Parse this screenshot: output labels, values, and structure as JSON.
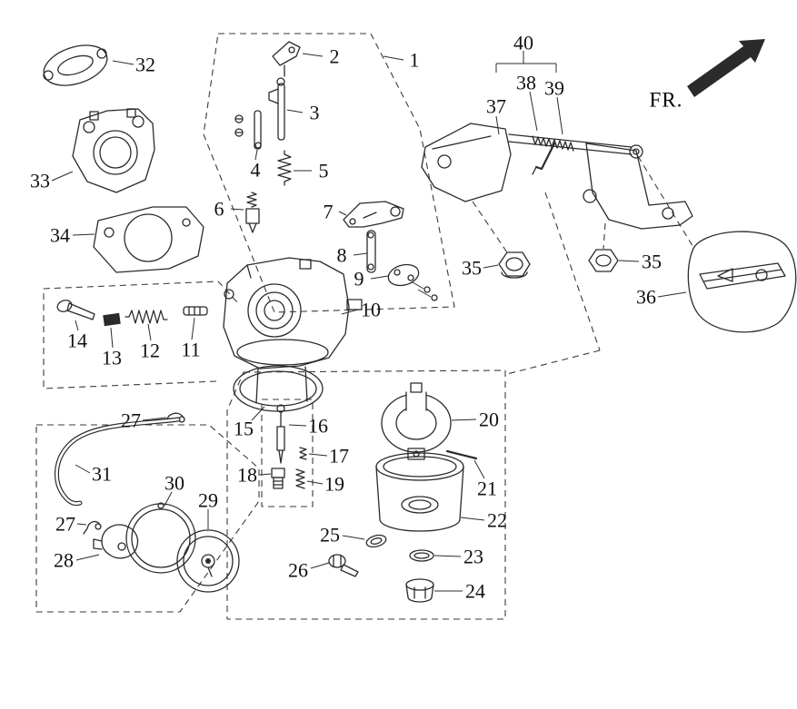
{
  "meta": {
    "line_color": "#2b2b2b",
    "arrow_color": "#000000",
    "background": "#ffffff"
  },
  "diagram": {
    "fr": "FR.",
    "labels": {
      "p1": "1",
      "p2": "2",
      "p3": "3",
      "p4": "4",
      "p5": "5",
      "p6": "6",
      "p7": "7",
      "p8": "8",
      "p9": "9",
      "p10": "10",
      "p11": "11",
      "p12": "12",
      "p13": "13",
      "p14": "14",
      "p15": "15",
      "p16": "16",
      "p17": "17",
      "p18": "18",
      "p19": "19",
      "p20": "20",
      "p21": "21",
      "p22": "22",
      "p23": "23",
      "p24": "24",
      "p25": "25",
      "p26": "26",
      "p27a": "27",
      "p27b": "27",
      "p28": "28",
      "p29": "29",
      "p30": "30",
      "p31": "31",
      "p32": "32",
      "p33": "33",
      "p34": "34",
      "p35a": "35",
      "p35b": "35",
      "p36": "36",
      "p37": "37",
      "p38": "38",
      "p39": "39",
      "p40": "40"
    }
  }
}
